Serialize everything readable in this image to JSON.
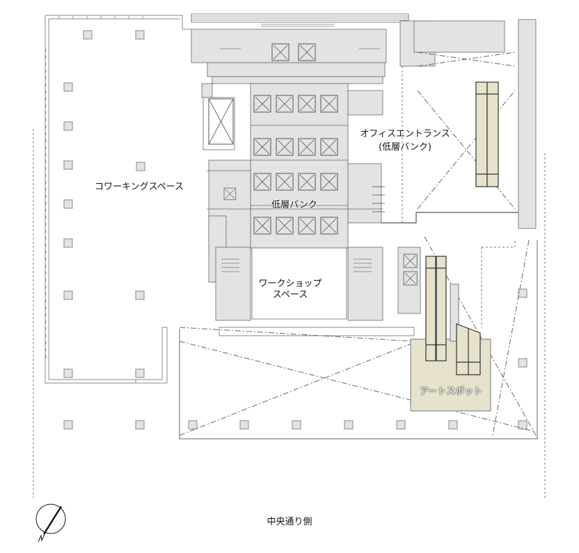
{
  "labels": {
    "coworking": "コワーキングスペース",
    "low_bank": "低層バンク",
    "office_entrance_line1": "オフィスエントランス",
    "office_entrance_line2": "(低層バンク)",
    "workshop_line1": "ワークショップ",
    "workshop_line2": "スペース",
    "art_spot": "アートスポット",
    "street_side": "中央通り側"
  },
  "compass": {
    "label": "N"
  },
  "colors": {
    "core": "#e3e3e3",
    "art_spot": "#e6e2cc",
    "line": "#777777"
  }
}
